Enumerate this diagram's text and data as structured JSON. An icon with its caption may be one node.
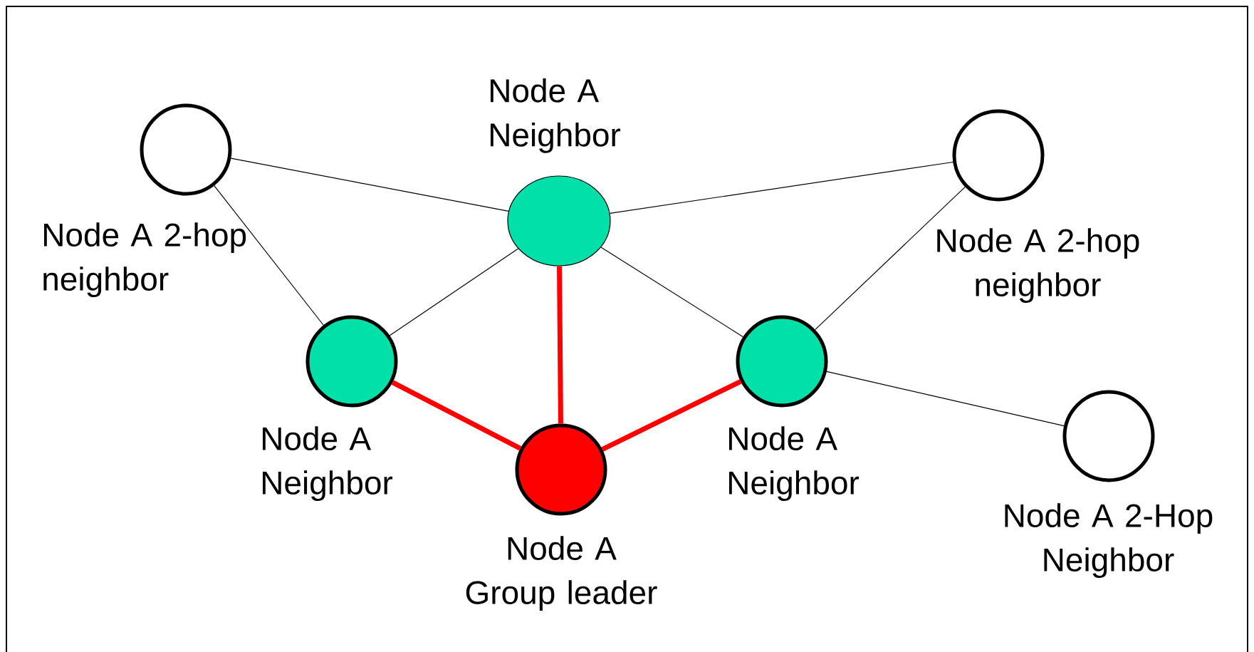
{
  "diagram": {
    "nodes": [
      {
        "text": [],
        "shape": "circle",
        "beside": [
          "Node A 2-hop neighbor"
        ]
      },
      {
        "text": [],
        "shape": "circle",
        "beside": [
          "Node A Neighbor"
        ]
      },
      {
        "text": [],
        "shape": "circle",
        "beside": [
          "Node A 2-hop neighbor"
        ]
      },
      {
        "text": [],
        "shape": "circle",
        "beside": [
          "Node A Neighbor"
        ]
      },
      {
        "text": [],
        "shape": "circle",
        "beside": [
          "Node A Neighbor"
        ]
      },
      {
        "text": [],
        "shape": "circle",
        "beside": [
          "Node A Group leader"
        ]
      },
      {
        "text": [],
        "shape": "circle",
        "beside": [
          "Node A 2-Hop Neighbor"
        ]
      }
    ],
    "edges": [
      {
        "from": 0,
        "to": 1,
        "arrow": "none"
      },
      {
        "from": 0,
        "to": 3,
        "arrow": "none"
      },
      {
        "from": 1,
        "to": 2,
        "arrow": "none"
      },
      {
        "from": 1,
        "to": 3,
        "arrow": "none"
      },
      {
        "from": 1,
        "to": 4,
        "arrow": "none"
      },
      {
        "from": 2,
        "to": 4,
        "arrow": "none"
      },
      {
        "from": 4,
        "to": 6,
        "arrow": "none"
      },
      {
        "from": 3,
        "to": 5,
        "arrow": "none",
        "style": "thick",
        "color": "#ff0000"
      },
      {
        "from": 1,
        "to": 5,
        "arrow": "none",
        "style": "thick",
        "color": "#ff0000"
      },
      {
        "from": 4,
        "to": 5,
        "arrow": "none",
        "style": "thick",
        "color": "#ff0000"
      }
    ]
  }
}
